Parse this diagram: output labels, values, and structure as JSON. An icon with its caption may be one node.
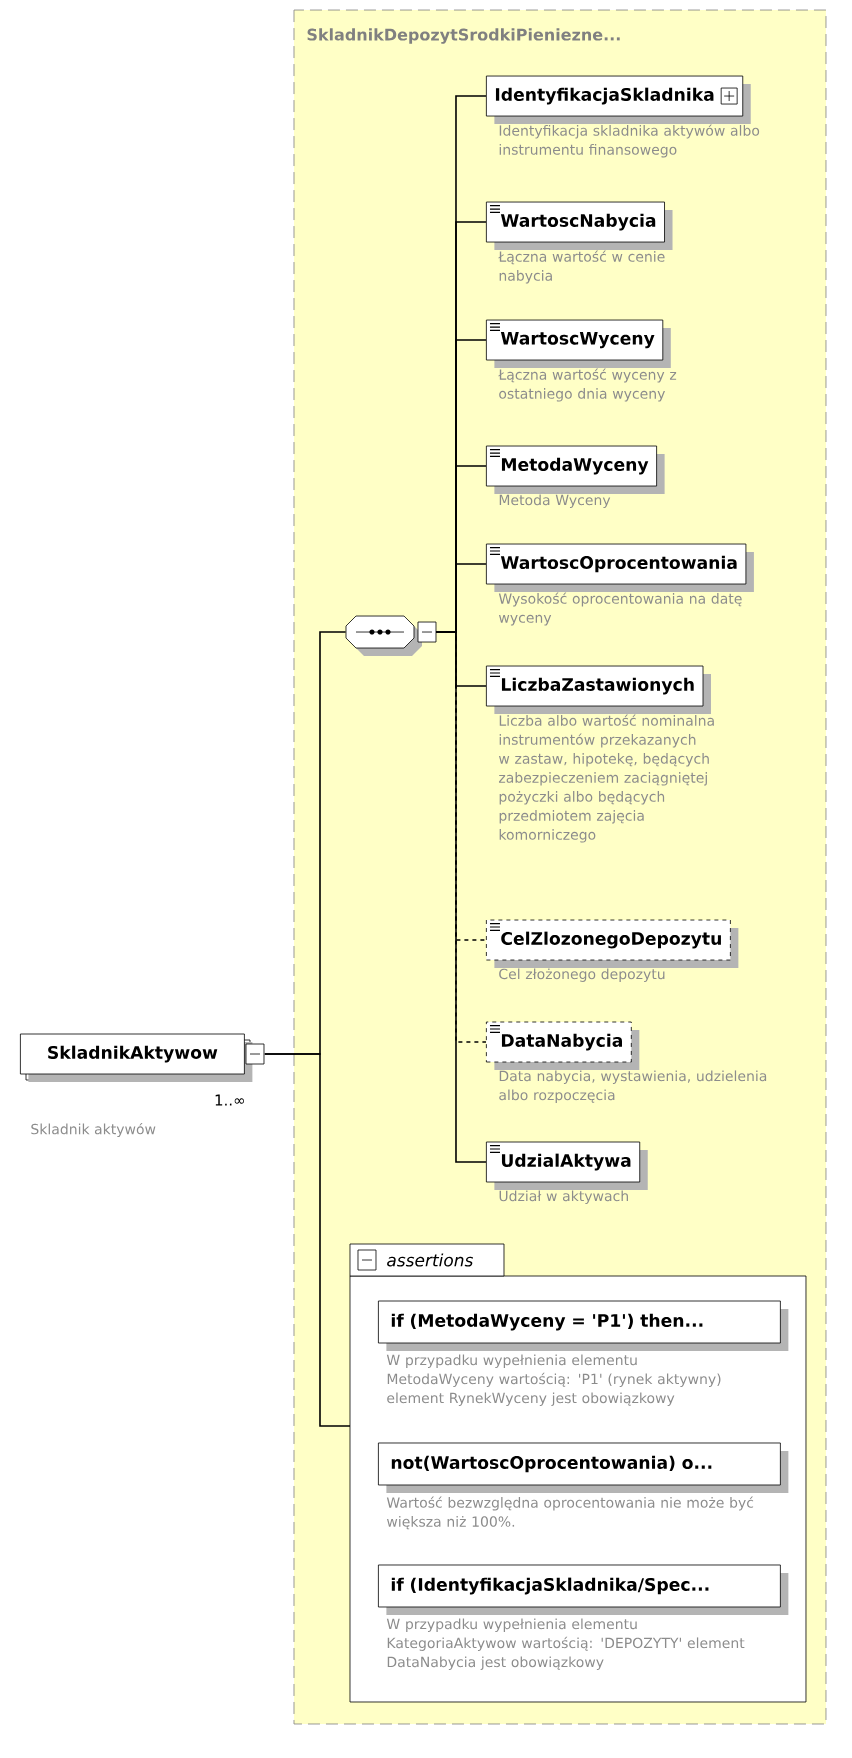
{
  "diagram": {
    "nodes": [
      {
        "text": [
          "SkladnikAktywow"
        ],
        "beside": [
          "1..∞",
          "Skladnik aktywów"
        ]
      },
      {
        "text": [
          "SkladnikDepozytSrodkiPieniezne..."
        ]
      },
      {
        "text": [],
        "shape": "octagon",
        "in": 1
      },
      {
        "text": [
          "IdentyfikacjaSkladnika"
        ],
        "beside": [
          "Identyfikacja skladnika aktywów albo instrumentu finansowego"
        ],
        "in": 1
      },
      {
        "text": [
          "WartoscNabycia"
        ],
        "beside": [
          "Łączna wartość w cenie nabycia"
        ],
        "in": 1
      },
      {
        "text": [
          "WartoscWyceny"
        ],
        "beside": [
          "Łączna wartość wyceny z ostatniego dnia wyceny"
        ],
        "in": 1
      },
      {
        "text": [
          "MetodaWyceny"
        ],
        "beside": [
          "Metoda Wyceny"
        ],
        "in": 1
      },
      {
        "text": [
          "WartoscOprocentowania"
        ],
        "beside": [
          "Wysokość oprocentowania na datę wyceny"
        ],
        "in": 1
      },
      {
        "text": [
          "LiczbaZastawionych"
        ],
        "beside": [
          "Liczba albo wartość nominalna instrumentów przekazanych w zastaw, hipotekę, będących zabezpieczeniem zaciągniętej pożyczki albo będących przedmiotem zajęcia komorniczego"
        ],
        "in": 1
      },
      {
        "text": [
          "CelZlozonegoDepozytu"
        ],
        "beside": [
          "Cel złożonego depozytu"
        ],
        "in": 1
      },
      {
        "text": [
          "DataNabycia"
        ],
        "beside": [
          "Data nabycia, wystawienia, udzielenia albo rozpoczęcia"
        ],
        "in": 1
      },
      {
        "text": [
          "UdzialAktywa"
        ],
        "beside": [
          "Udział w aktywach"
        ],
        "in": 1
      },
      {
        "text": [
          "assertions"
        ],
        "in": 1
      },
      {
        "text": [
          "if (MetodaWyceny = 'P1') then..."
        ],
        "beside": [
          "W przypadku wypełnienia elementu MetodaWyceny wartością: 'P1' (rynek aktywny) element RynekWyceny jest obowiązkowy"
        ],
        "in": 12
      },
      {
        "text": [
          "not(WartoscOprocentowania) o..."
        ],
        "beside": [
          "Wartość bezwzględna oprocentowania nie może być większa niż 100%."
        ],
        "in": 12
      },
      {
        "text": [
          "if (IdentyfikacjaSkladnika/Spec..."
        ],
        "beside": [
          "W przypadku wypełnienia elementu KategoriaAktywow wartością: 'DEPOZYTY' element DataNabycia jest obowiązkowy"
        ],
        "in": 12
      }
    ],
    "edges": [
      {
        "from": 0,
        "to": 2,
        "arrow": "none"
      },
      {
        "from": 0,
        "to": 12,
        "arrow": "none"
      },
      {
        "from": 2,
        "to": 3,
        "arrow": "none"
      },
      {
        "from": 2,
        "to": 4,
        "arrow": "none"
      },
      {
        "from": 2,
        "to": 5,
        "arrow": "none"
      },
      {
        "from": 2,
        "to": 6,
        "arrow": "none"
      },
      {
        "from": 2,
        "to": 7,
        "arrow": "none"
      },
      {
        "from": 2,
        "to": 8,
        "arrow": "none"
      },
      {
        "from": 2,
        "to": 9,
        "arrow": "none",
        "style": "dashed"
      },
      {
        "from": 2,
        "to": 10,
        "arrow": "none",
        "style": "dashed"
      },
      {
        "from": 2,
        "to": 11,
        "arrow": "none"
      }
    ]
  }
}
